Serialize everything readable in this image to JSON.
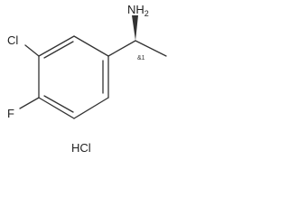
{
  "molecule": {
    "atoms": {
      "amine": "NH",
      "amine_subscript": "2",
      "chlorine": "Cl",
      "fluorine": "F"
    },
    "stereo_annotation": "&1",
    "salt": "HCl"
  },
  "colors": {
    "bonds": "#333333",
    "text": "#222222"
  }
}
